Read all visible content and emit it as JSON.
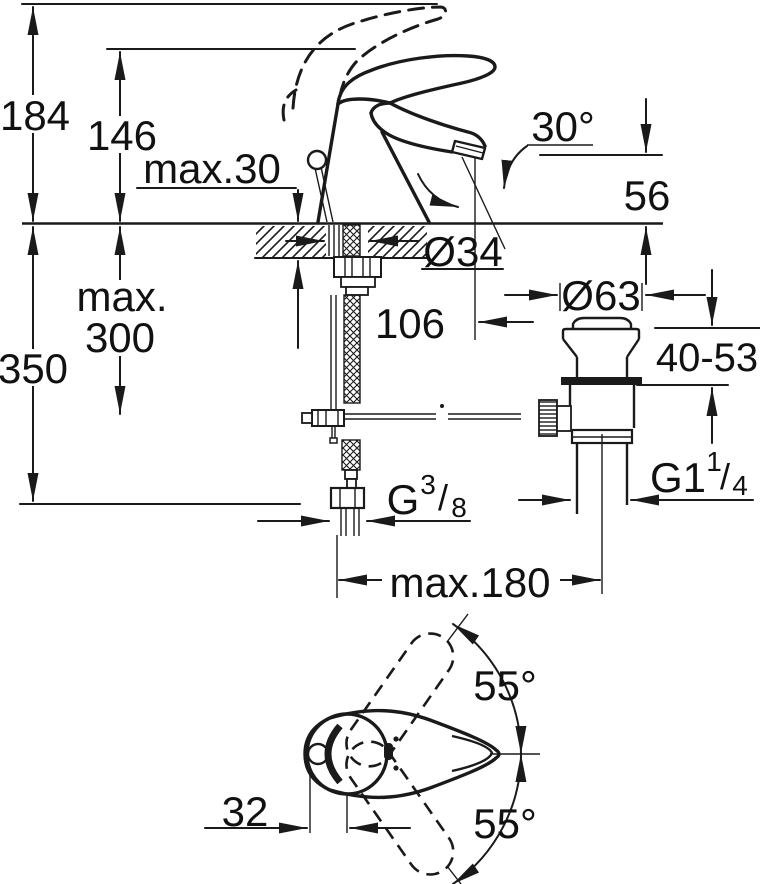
{
  "page": {
    "background": "#ffffff",
    "line_color": "#1a1a1a"
  },
  "drawing": {
    "type": "technical-dimension-drawing",
    "subject": "single-lever basin mixer with pop-up waste, elevation and plan views",
    "views": {
      "front": {
        "dimensions": {
          "height_total": "184",
          "height_to_lever": "146",
          "deck_thickness_max": "max.30",
          "spout_angle": "30°",
          "spout_height": "56",
          "hole_diameter": "Ø34",
          "rod_max_word": "max.",
          "rod_max_value": "300",
          "hose_length": "350",
          "spout_reach": "106",
          "waste_flange_diameter": "Ø63",
          "waste_adjust_range": "40-53",
          "supply_thread": {
            "base": "G",
            "sup": "3",
            "slash": "/",
            "sub": "8"
          },
          "waste_thread": {
            "base": "G1",
            "sup": "1",
            "slash": "/",
            "sub": "4"
          },
          "center_distance_max": "max.180"
        }
      },
      "plan": {
        "dimensions": {
          "lever_swing_upper": "55°",
          "lever_swing_lower": "55°",
          "rod_offset": "32"
        }
      }
    }
  }
}
